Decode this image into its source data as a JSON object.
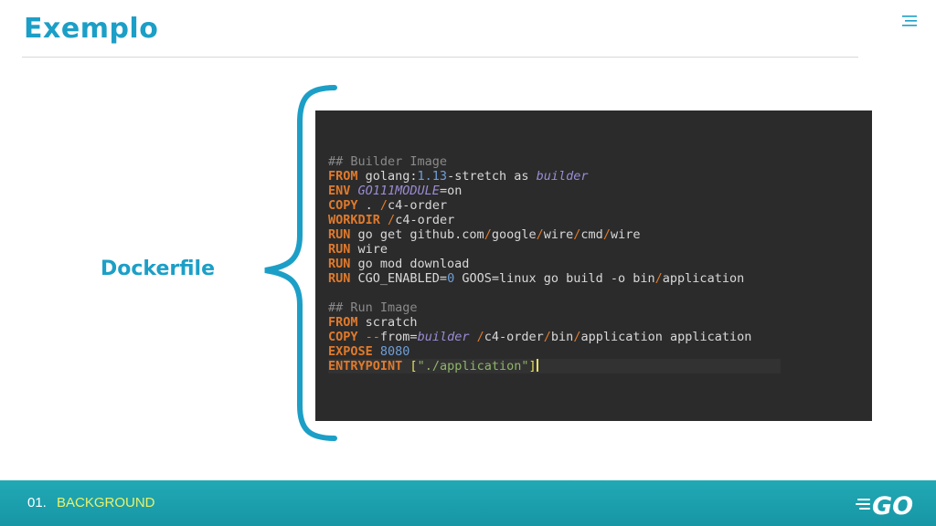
{
  "slide": {
    "title": "Exemplo",
    "side_label": "Dockerfile",
    "menu_icon": "hamburger-menu-icon"
  },
  "code": {
    "lines": [
      {
        "tokens": [
          {
            "t": "## Builder Image",
            "c": "comment"
          }
        ]
      },
      {
        "tokens": [
          {
            "t": "FROM",
            "c": "kw"
          },
          {
            "t": " golang:",
            "c": "plain"
          },
          {
            "t": "1.13",
            "c": "num"
          },
          {
            "t": "-stretch as ",
            "c": "plain"
          },
          {
            "t": "builder",
            "c": "italic"
          }
        ]
      },
      {
        "tokens": [
          {
            "t": "ENV",
            "c": "kw"
          },
          {
            "t": " ",
            "c": "plain"
          },
          {
            "t": "GO111MODULE",
            "c": "italic"
          },
          {
            "t": "=on",
            "c": "plain"
          }
        ]
      },
      {
        "tokens": [
          {
            "t": "COPY",
            "c": "kw"
          },
          {
            "t": " . ",
            "c": "plain"
          },
          {
            "t": "/",
            "c": "op"
          },
          {
            "t": "c4-order",
            "c": "plain"
          }
        ]
      },
      {
        "tokens": [
          {
            "t": "WORKDIR",
            "c": "kw"
          },
          {
            "t": " ",
            "c": "plain"
          },
          {
            "t": "/",
            "c": "op"
          },
          {
            "t": "c4-order",
            "c": "plain"
          }
        ]
      },
      {
        "tokens": [
          {
            "t": "RUN",
            "c": "kw"
          },
          {
            "t": " go get github.com",
            "c": "plain"
          },
          {
            "t": "/",
            "c": "op"
          },
          {
            "t": "google",
            "c": "plain"
          },
          {
            "t": "/",
            "c": "op"
          },
          {
            "t": "wire",
            "c": "plain"
          },
          {
            "t": "/",
            "c": "op"
          },
          {
            "t": "cmd",
            "c": "plain"
          },
          {
            "t": "/",
            "c": "op"
          },
          {
            "t": "wire",
            "c": "plain"
          }
        ]
      },
      {
        "tokens": [
          {
            "t": "RUN",
            "c": "kw"
          },
          {
            "t": " wire",
            "c": "plain"
          }
        ]
      },
      {
        "tokens": [
          {
            "t": "RUN",
            "c": "kw"
          },
          {
            "t": " go mod download",
            "c": "plain"
          }
        ]
      },
      {
        "tokens": [
          {
            "t": "RUN",
            "c": "kw"
          },
          {
            "t": " CGO_ENABLED=",
            "c": "plain"
          },
          {
            "t": "0",
            "c": "num"
          },
          {
            "t": " GOOS=linux go build -o bin",
            "c": "plain"
          },
          {
            "t": "/",
            "c": "op"
          },
          {
            "t": "application",
            "c": "plain"
          }
        ]
      },
      {
        "tokens": []
      },
      {
        "tokens": [
          {
            "t": "## Run Image",
            "c": "comment"
          }
        ]
      },
      {
        "tokens": [
          {
            "t": "FROM",
            "c": "kw"
          },
          {
            "t": " scratch",
            "c": "plain"
          }
        ]
      },
      {
        "tokens": [
          {
            "t": "COPY",
            "c": "kw"
          },
          {
            "t": " ",
            "c": "plain"
          },
          {
            "t": "--",
            "c": "op"
          },
          {
            "t": "from=",
            "c": "plain"
          },
          {
            "t": "builder",
            "c": "italic"
          },
          {
            "t": " ",
            "c": "plain"
          },
          {
            "t": "/",
            "c": "op"
          },
          {
            "t": "c4-order",
            "c": "plain"
          },
          {
            "t": "/",
            "c": "op"
          },
          {
            "t": "bin",
            "c": "plain"
          },
          {
            "t": "/",
            "c": "op"
          },
          {
            "t": "application application",
            "c": "plain"
          }
        ]
      },
      {
        "tokens": [
          {
            "t": "EXPOSE",
            "c": "kw"
          },
          {
            "t": " ",
            "c": "plain"
          },
          {
            "t": "8080",
            "c": "num"
          }
        ]
      },
      {
        "current": true,
        "tokens": [
          {
            "t": "ENTRYPOINT",
            "c": "kw"
          },
          {
            "t": " ",
            "c": "plain"
          },
          {
            "t": "[",
            "c": "bracket"
          },
          {
            "t": "\"./application\"",
            "c": "str"
          },
          {
            "t": "]",
            "c": "bracket"
          }
        ]
      }
    ]
  },
  "footer": {
    "number": "01.",
    "section": "BACKGROUND",
    "logo_text": "GO",
    "logo_icon": "go-gopher-logo-icon"
  },
  "colors": {
    "accent": "#1c9fc7",
    "footer_bg": "#1a9fae",
    "footer_section_text": "#e8f26a",
    "code_bg": "#2b2b2b"
  }
}
